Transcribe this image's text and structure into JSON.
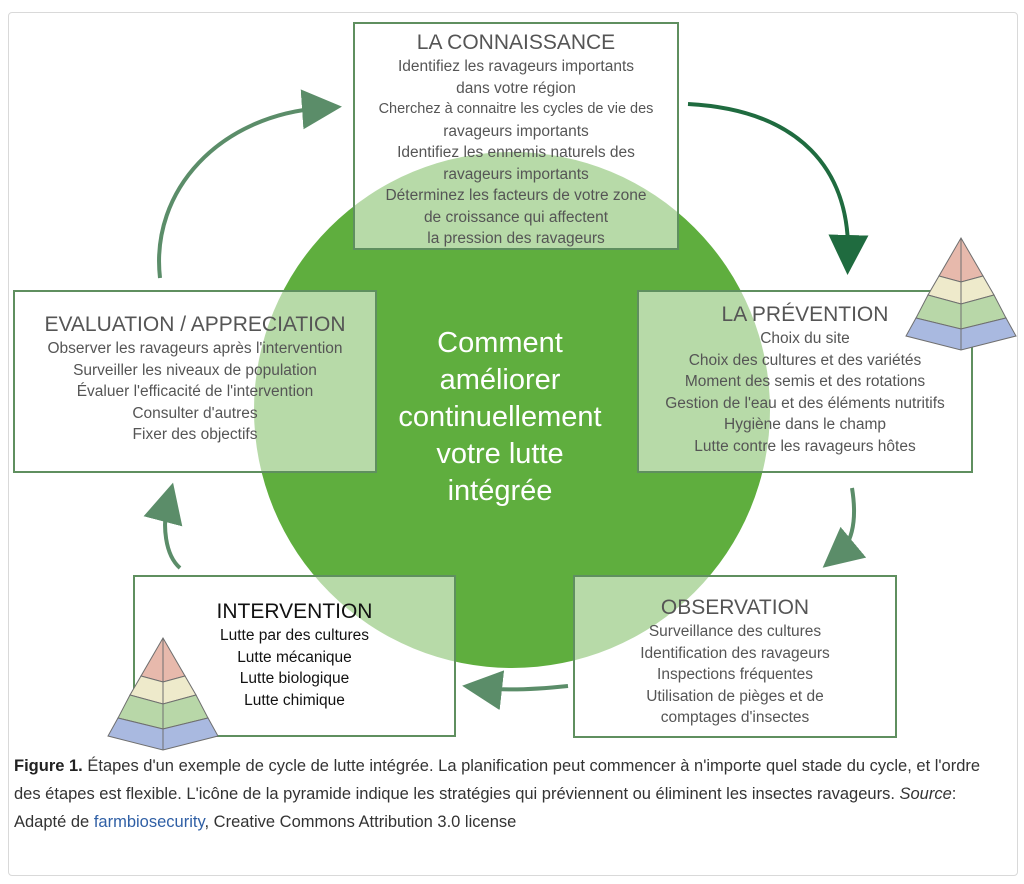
{
  "center_text": [
    "Comment",
    "améliorer",
    "continuellement",
    "votre lutte",
    "intégrée"
  ],
  "boxes": {
    "connaissance": {
      "title": "LA CONNAISSANCE",
      "lines": [
        "Identifiez les ravageurs importants",
        "dans votre région",
        "Cherchez à connaitre les cycles de vie des",
        "ravageurs importants",
        "Identifiez les ennemis naturels des",
        "ravageurs importants",
        "Déterminez les facteurs de votre zone",
        "de croissance qui affectent",
        "la pression des ravageurs"
      ]
    },
    "prevention": {
      "title": "LA PRÉVENTION",
      "lines": [
        "Choix du site",
        "Choix des cultures et des variétés",
        "Moment des semis et des rotations",
        "Gestion de l'eau et des éléments nutritifs",
        "Hygiène dans le champ",
        "Lutte contre les ravageurs hôtes"
      ]
    },
    "observation": {
      "title": "OBSERVATION",
      "lines": [
        "Surveillance des cultures",
        "Identification des ravageurs",
        "Inspections fréquentes",
        "Utilisation de pièges et de",
        "comptages d'insectes"
      ]
    },
    "intervention": {
      "title": "INTERVENTION",
      "lines": [
        "Lutte par des cultures",
        "Lutte mécanique",
        "Lutte biologique",
        "Lutte chimique"
      ]
    },
    "evaluation": {
      "title": "EVALUATION / APPRECIATION",
      "lines": [
        "Observer les ravageurs après l'intervention",
        "Surveiller les niveaux de population",
        "Évaluer l'efficacité de l'intervention",
        "Consulter d'autres",
        "Fixer des objectifs"
      ]
    }
  },
  "caption": {
    "label": "Figure 1.",
    "text": " Étapes d'un exemple de cycle de lutte intégrée. La planification peut commencer à n'importe quel stade du cycle, et l'ordre des étapes est flexible. L'icône de la pyramide indique les stratégies qui préviennent ou éliminent les insectes ravageurs. ",
    "source_label": "Source",
    "source_text": ": Adapté de ",
    "link_text": "farmbiosecurity",
    "license_text": ", Creative Commons Attribution 3.0 license"
  },
  "colors": {
    "circle": "#5fae3e",
    "box_border": "#5f8f5f",
    "arrow_dark": "#1f6b3f",
    "arrow_light": "#5b8d69",
    "pyramid_top": "#e7b9ac",
    "pyramid_mid": "#eeeacb",
    "pyramid_low": "#b8d7a8",
    "pyramid_base": "#a9b9e0"
  },
  "icons": [
    "pyramid-icon",
    "pyramid-icon"
  ]
}
